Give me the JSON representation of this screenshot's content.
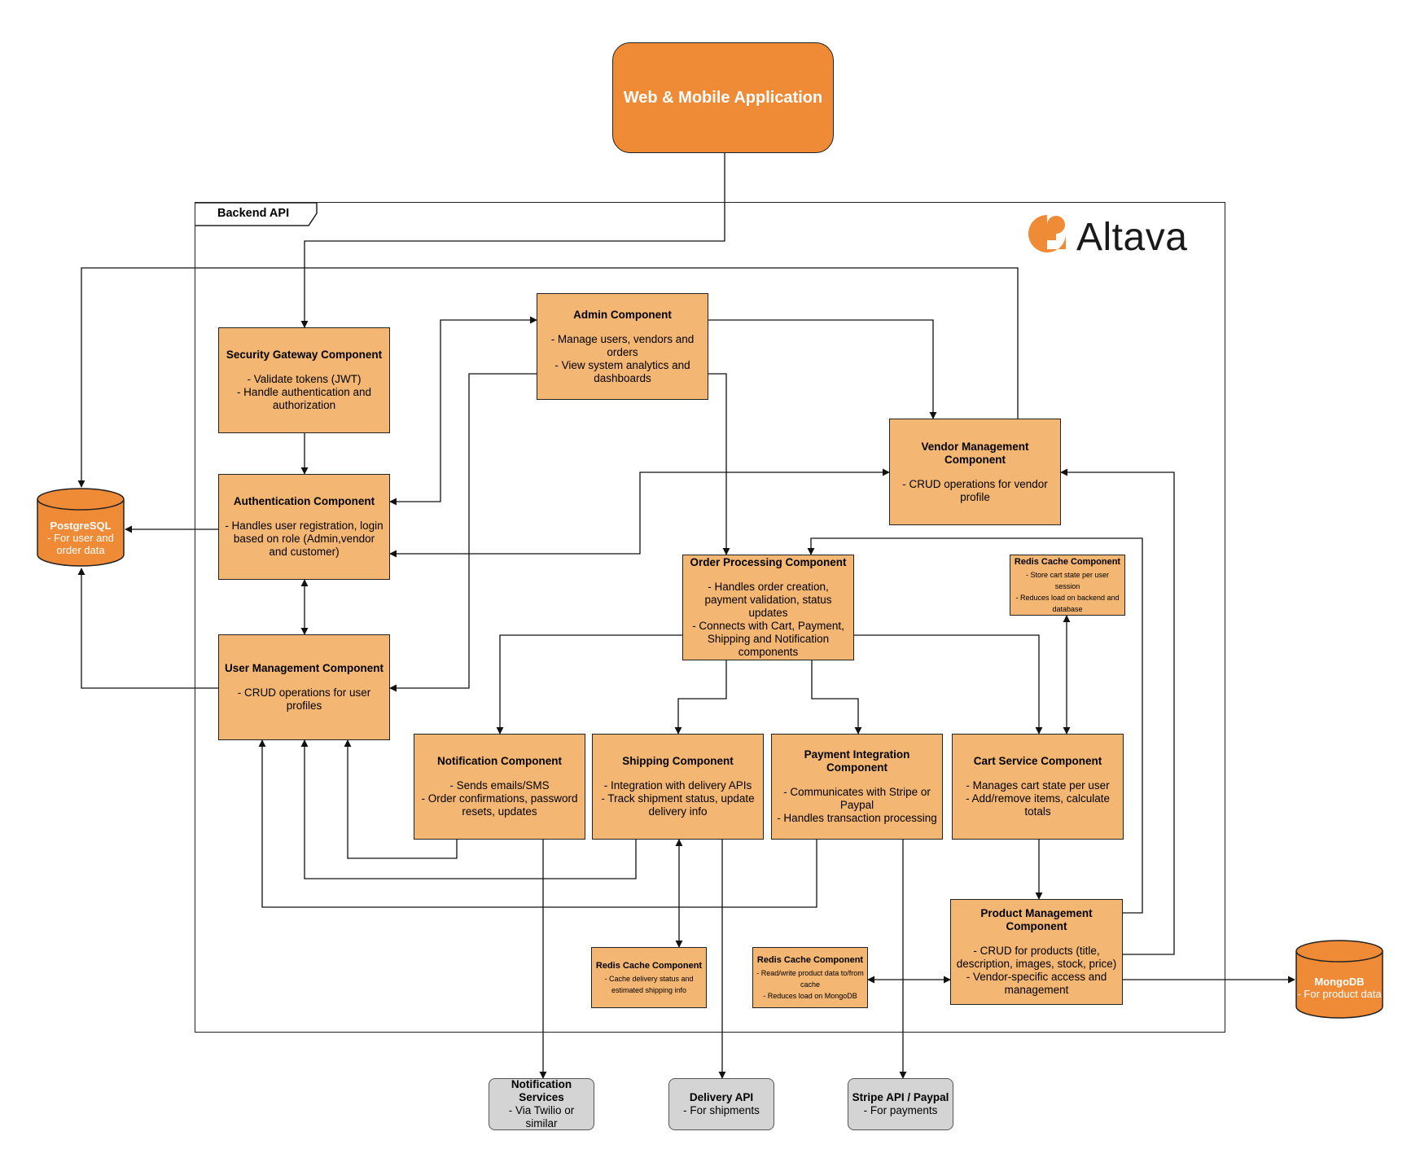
{
  "colors": {
    "component_fill": "#f4b673",
    "accent_orange": "#ef8a36",
    "external_fill": "#d4d4d4",
    "line": "#111111"
  },
  "app": {
    "label": "Web & Mobile Application"
  },
  "frame": {
    "label": "Backend API"
  },
  "logo": {
    "text": "Altava",
    "icon": "altava-logo-icon"
  },
  "components": {
    "security": {
      "title": "Security Gateway Component",
      "body": "- Validate tokens (JWT)\n- Handle authentication and authorization"
    },
    "admin": {
      "title": "Admin Component",
      "body": "- Manage users, vendors and orders\n- View system analytics and dashboards"
    },
    "vendor": {
      "title": "Vendor Management Component",
      "body": "-  CRUD operations for vendor profile"
    },
    "auth": {
      "title": "Authentication Component",
      "body": "- Handles user registration, login based on role (Admin,vendor and customer)"
    },
    "order": {
      "title": "Order Processing Component",
      "body": "- Handles order creation, payment validation, status updates\n- Connects with Cart, Payment, Shipping and Notification components"
    },
    "redis_cart": {
      "title": "Redis Cache Component",
      "body": "- Store cart state per user session\n- Reduces load on backend and database"
    },
    "user": {
      "title": "User Management Component",
      "body": "- CRUD operations for user profiles"
    },
    "notification": {
      "title": "Notification Component",
      "body": "- Sends emails/SMS\n- Order confirmations, password resets, updates"
    },
    "shipping": {
      "title": "Shipping Component",
      "body": "- Integration with delivery APIs\n- Track shipment status, update delivery info"
    },
    "payment": {
      "title": "Payment Integration Component",
      "body": "- Communicates with Stripe or Paypal\n- Handles transaction processing"
    },
    "cart": {
      "title": "Cart Service Component",
      "body": "- Manages cart state per user\n- Add/remove items, calculate totals"
    },
    "product": {
      "title": "Product Management Component",
      "body": "- CRUD for products (title, description, images, stock, price)\n- Vendor-specific access and management"
    },
    "redis_ship": {
      "title": "Redis Cache Component",
      "body": "- Cache delivery status and estimated shipping info"
    },
    "redis_prod": {
      "title": "Redis Cache Component",
      "body": "- Read/write product data to/from cache\n- Reduces load on MongoDB"
    }
  },
  "databases": {
    "postgres": {
      "title": "PostgreSQL",
      "body": "- For user and order data"
    },
    "mongo": {
      "title": "MongoDB",
      "body": "- For product data"
    }
  },
  "externals": {
    "notif_svc": {
      "title": "Notification Services",
      "body": "- Via Twilio or similar"
    },
    "delivery": {
      "title": "Delivery API",
      "body": "- For shipments"
    },
    "stripe": {
      "title": "Stripe API / Paypal",
      "body": "- For payments"
    }
  }
}
